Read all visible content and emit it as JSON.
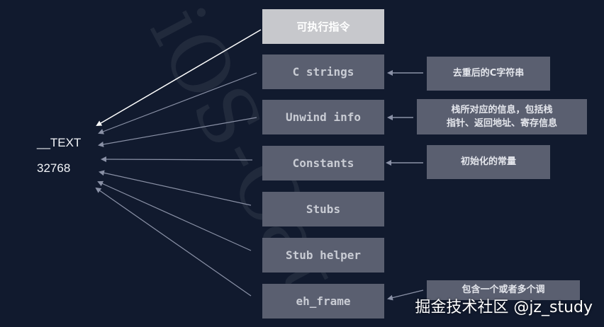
{
  "left": {
    "segment": "__TEXT",
    "size": "32768"
  },
  "sections": [
    "可执行指令",
    "C strings",
    "Unwind info",
    "Constants",
    "Stubs",
    "Stub helper",
    "eh_frame"
  ],
  "notes": {
    "cstrings": "去重后的C字符串",
    "unwind_line1": "栈所对应的信息，包括栈",
    "unwind_line2": "指针、返回地址、寄存信息",
    "constants": "初始化的常量",
    "ehframe": "包含一个或者多个调"
  },
  "watermark": "iOS-Cat",
  "footer": "掘金技术社区 @jz_study",
  "colors": {
    "background": "#111a2e",
    "box": "#5a5f70",
    "highlight_box": "#c7c8cc",
    "arrow": "#8a91a6"
  }
}
